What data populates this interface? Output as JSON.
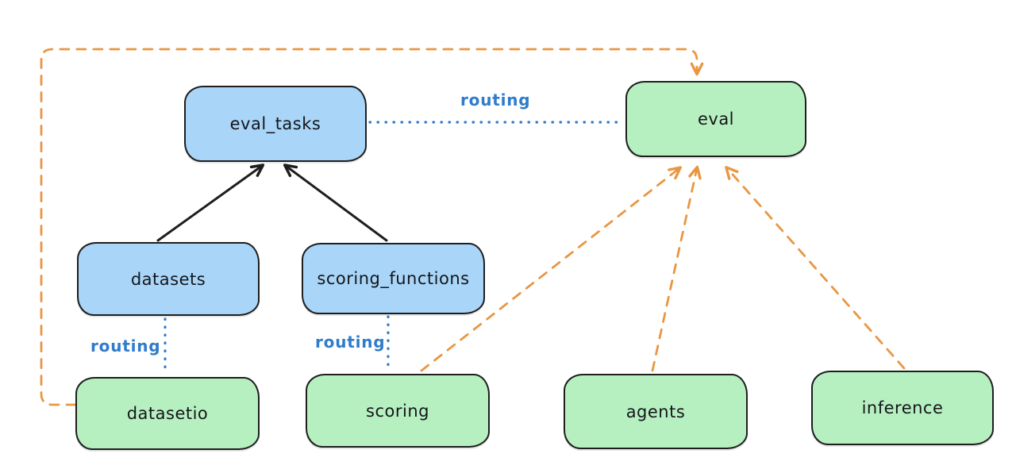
{
  "diagram": {
    "title": "llama-stack eval routing diagram",
    "background": "#ffffff",
    "nodes": {
      "eval_tasks": {
        "label": "eval_tasks",
        "kind": "api",
        "fill": "#a8d5f8"
      },
      "datasets": {
        "label": "datasets",
        "kind": "api",
        "fill": "#a8d5f8"
      },
      "scoring_functions": {
        "label": "scoring_functions",
        "kind": "api",
        "fill": "#a8d5f8"
      },
      "eval": {
        "label": "eval",
        "kind": "provider",
        "fill": "#b7f0c0"
      },
      "datasetio": {
        "label": "datasetio",
        "kind": "provider",
        "fill": "#b7f0c0"
      },
      "scoring": {
        "label": "scoring",
        "kind": "provider",
        "fill": "#b7f0c0"
      },
      "agents": {
        "label": "agents",
        "kind": "provider",
        "fill": "#b7f0c0"
      },
      "inference": {
        "label": "inference",
        "kind": "provider",
        "fill": "#b7f0c0"
      }
    },
    "edge_labels": {
      "routing_top": "routing",
      "routing_left": "routing",
      "routing_mid": "routing"
    },
    "edges": [
      {
        "from": "datasets",
        "to": "eval_tasks",
        "style": "solid-black-arrow"
      },
      {
        "from": "scoring_functions",
        "to": "eval_tasks",
        "style": "solid-black-arrow"
      },
      {
        "from": "eval_tasks",
        "to": "eval",
        "style": "dotted-blue",
        "label": "routing"
      },
      {
        "from": "datasets",
        "to": "datasetio",
        "style": "dotted-blue",
        "label": "routing"
      },
      {
        "from": "scoring_functions",
        "to": "scoring",
        "style": "dotted-blue",
        "label": "routing"
      },
      {
        "from": "scoring",
        "to": "eval",
        "style": "dashed-orange-arrow"
      },
      {
        "from": "agents",
        "to": "eval",
        "style": "dashed-orange-arrow"
      },
      {
        "from": "inference",
        "to": "eval",
        "style": "dashed-orange-arrow"
      },
      {
        "from": "datasetio",
        "to": "eval",
        "style": "dashed-orange-arrow-routed-around-left-and-top"
      }
    ],
    "colors": {
      "node_border": "#1e1e1e",
      "blue_fill": "#a8d5f8",
      "green_fill": "#b7f0c0",
      "routing_blue": "#2f7ccc",
      "arrow_black": "#1e1e1e",
      "arrow_orange": "#e99643"
    }
  }
}
